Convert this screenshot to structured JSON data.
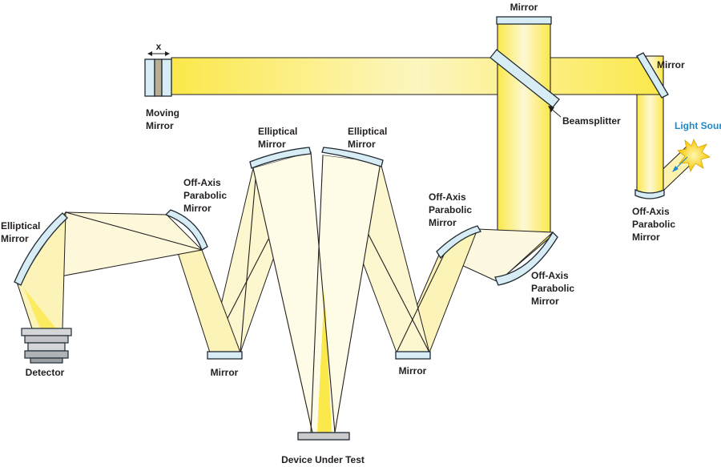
{
  "labels": {
    "mirror_top": "Mirror",
    "mirror_right": "Mirror",
    "beamsplitter": "Beamsplitter",
    "light_source": "Light Source",
    "x_marker": "x",
    "moving_mirror": [
      "Moving",
      "Mirror"
    ],
    "elliptical_left": [
      "Elliptical",
      "Mirror"
    ],
    "elliptical_center_left": [
      "Elliptical",
      "Mirror"
    ],
    "elliptical_center_right": [
      "Elliptical",
      "Mirror"
    ],
    "oap_left": [
      "Off-Axis",
      "Parabolic",
      "Mirror"
    ],
    "oap_center_right": [
      "Off-Axis",
      "Parabolic",
      "Mirror"
    ],
    "oap_splitter": [
      "Off-Axis",
      "Parabolic",
      "Mirror"
    ],
    "oap_source": [
      "Off-Axis",
      "Parabolic",
      "Mirror"
    ],
    "detector": "Detector",
    "mirror_bottom_left": "Mirror",
    "mirror_bottom_right": "Mirror",
    "device_under_test": "Device Under Test"
  },
  "colors": {
    "beam_light": "#fbf7d2",
    "beam_bright": "#fbe84a",
    "mirror_fill": "#d8ecf6",
    "light_source": "#1e88c8",
    "star": "#f7c600"
  }
}
